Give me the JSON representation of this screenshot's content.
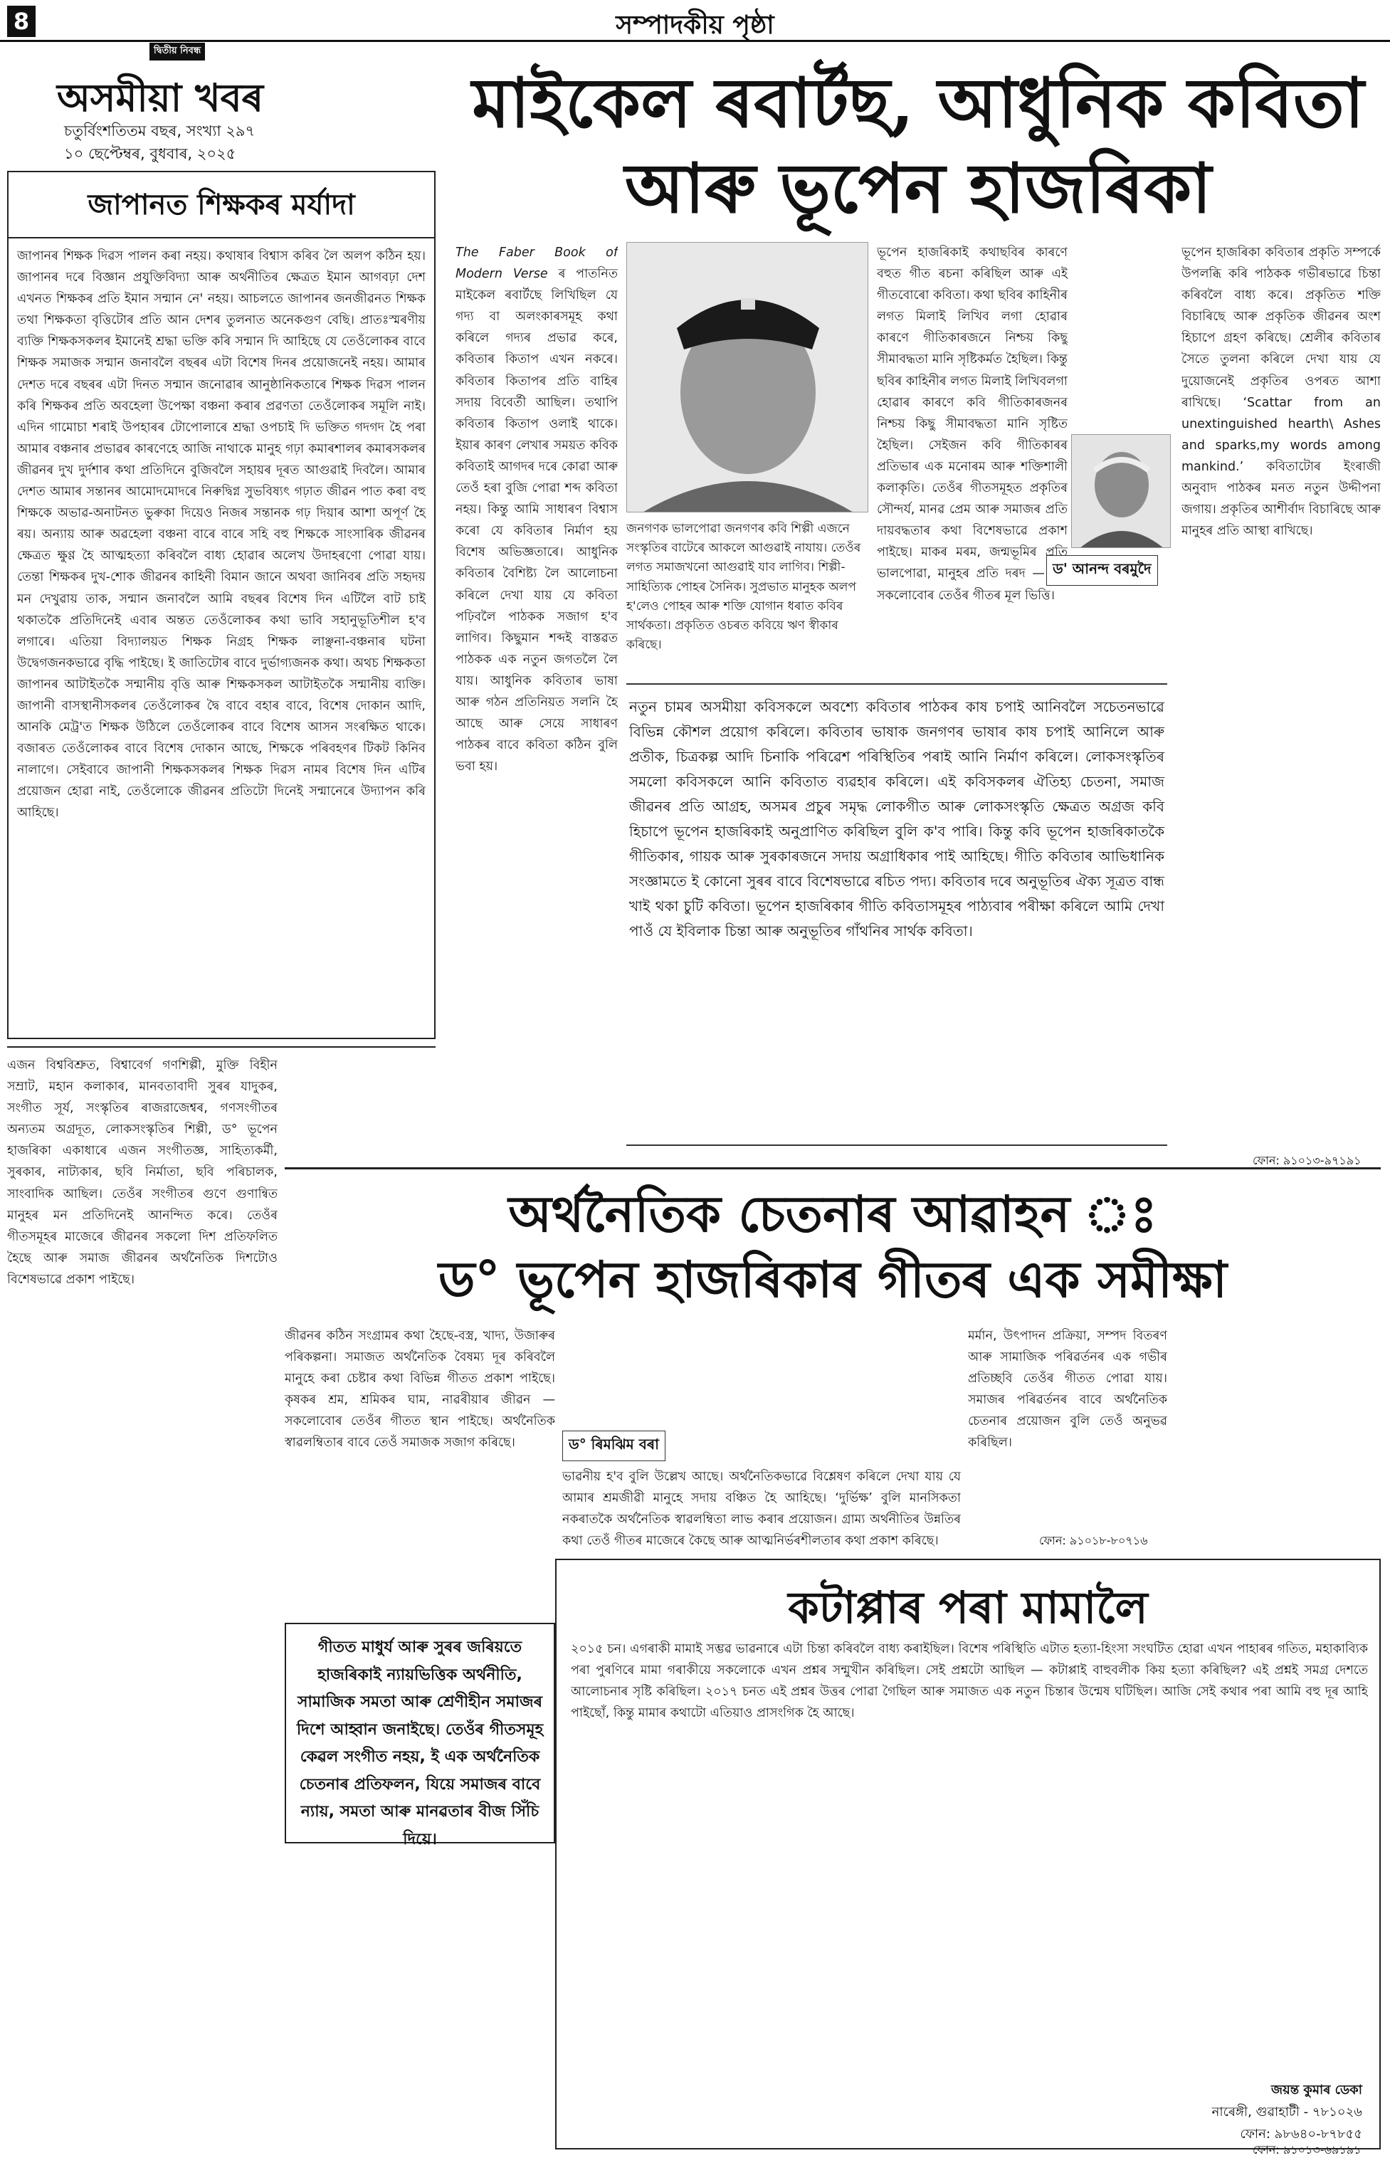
{
  "header": {
    "page_number": "8",
    "section": "সম্পাদকীয় পৃষ্ঠা"
  },
  "masthead": {
    "tag": "দ্বিতীয় নিবন্ধ",
    "name": "অসমীয়া খবৰ",
    "volume": "চতুৰ্বিংশতিতম বছৰ, সংখ্যা ২৯৭",
    "date": "১০ ছেপ্টেম্বৰ, বুধবাৰ, ২০২৫"
  },
  "editorial": {
    "title": "জাপানত শিক্ষকৰ মৰ্যাদা",
    "body": "জাপানৰ শিক্ষক দিৱস পালন কৰা নহয়। কথাষাৰ বিশ্বাস কৰিব লৈ অলপ কঠিন হয়। জাপানৰ দৰে বিজ্ঞান প্ৰযুক্তিবিদ্যা আৰু অৰ্থনীতিৰ ক্ষেত্ৰত ইমান আগবঢ়া দেশ এখনত শিক্ষকৰ প্ৰতি ইমান সন্মান নে' নহয়। আচলতে জাপানৰ জনজীৱনত শিক্ষক তথা শিক্ষকতা বৃত্তিটোৰ প্ৰতি আন দেশৰ তুলনাত অনেকগুণ বেছি। প্ৰাতঃস্মৰণীয় ব্যক্তি শিক্ষকসকলৰ ইমানেই শ্ৰদ্ধা ভক্তি কৰি সন্মান দি আহিছে যে তেওঁলোকৰ বাবে শিক্ষক সমাজক সন্মান জনাবলৈ বছৰৰ এটা বিশেষ দিনৰ প্ৰয়োজনেই নহয়। আমাৰ দেশত দৰে বছৰৰ এটা দিনত সন্মান জনোৱাৰ আনুষ্ঠানিকতাৰে শিক্ষক দিৱস পালন কৰি শিক্ষকৰ প্ৰতি অবহেলা উপেক্ষা বঞ্চনা কৰাৰ প্ৰৱণতা তেওঁলোকৰ সমূলি নাই। এদিন গামোচা শৰাই উপহাৰৰ টোপোলাৰে শ্ৰদ্ধা ওপচাই দি ভক্তিত গদগদ হৈ পৰা আমাৰ বঞ্চনাৰ প্ৰভাৱৰ কাৰণেহে আজি নাথাকে মানুহ গঢ়া কমাৰশালৰ কমাৰসকলৰ জীৱনৰ দুখ দুৰ্দশাৰ কথা প্ৰতিদিনে বুজিবলৈ সহায়ৰ দূৰত আগুৱাই দিবলৈ। আমাৰ দেশত আমাৰ সন্তানৰ আমোদমোদৰে নিৰুদ্বিগ্ন সুভবিষ্যৎ গঢ়াত জীৱন পাত কৰা বহু শিক্ষকে অভাৱ-অনাটনত ভুৰুকা দিয়েও নিজৰ সন্তানক গঢ় দিয়াৰ আশা অপূৰ্ণ হৈ ৰয়। অন্যায় আৰু অৱহেলা বঞ্চনা বাৰে বাৰে সহি বহু শিক্ষকে সাংসাৰিক জীৱনৰ ক্ষেত্ৰত ক্ষুণ্ণ হৈ আত্মহত্যা কৰিবলৈ বাধ্য হোৱাৰ অলেখ উদাহৰণো পোৱা যায়। তেন্তা শিক্ষকৰ দুখ-শোক জীৱনৰ কাহিনী বিমান জানে অথবা জানিবৰ প্ৰতি সহৃদয় মন দেখুৱায় তাক, সন্মান জনাবলৈ আমি বছৰৰ বিশেষ দিন এটিলৈ বাট চাই থকাতকৈ প্ৰতিদিনেই এবাৰ অন্তত তেওঁলোকৰ কথা ভাবি সহানুভূতিশীল হ'ব লগাৰে। এতিয়া বিদ্যালয়ত শিক্ষক নিগ্ৰহ শিক্ষক লাঞ্ছনা-বঞ্চনাৰ ঘটনা উদ্বেগজনকভাৱে বৃদ্ধি পাইছে। ই জাতিটোৰ বাবে দুৰ্ভাগ্যজনক কথা। অথচ শিক্ষকতা জাপানৰ আটাইতকৈ সন্মানীয় বৃত্তি আৰু শিক্ষকসকল আটাইতকৈ সন্মানীয় ব্যক্তি। জাপানী বাসস্থানীসকলৰ তেওঁলোকৰ দ্বৈ বাবে বহাৰ বাবে, বিশেষ দোকান আদি, আনকি মেট্ৰ'ত শিক্ষক উঠিলে তেওঁলোকৰ বাবে বিশেষ আসন সংৰক্ষিত থাকে। বজাৰত তেওঁলোকৰ বাবে বিশেষ দোকান আছে, শিক্ষকে পৰিবহণৰ টিকট কিনিব নালাগে। সেইবাবে জাপানী শিক্ষকসকলৰ শিক্ষক দিৱস নামৰ বিশেষ দিন এটিৰ প্ৰয়োজন হোৱা নাই, তেওঁলোকে জীৱনৰ প্ৰতিটো দিনেই সন্মানেৰে উদ্যাপন কৰি আহিছে।"
  },
  "article1": {
    "headline_line1": "মাইকেল ৰবাৰ্টছ, আধুনিক কবিতা",
    "headline_line2": "আৰু ভূপেন হাজৰিকা",
    "intro_italic": "The Faber Book of Modern Verse",
    "col1": "ৰ পাতনিত মাইকেল ৰবাৰ্টছে লিখিছিল যে গদ্য বা অলংকাৰসমূহ কথা কৰিলে গদ্যৰ প্ৰভাৱ কৰে, কবিতাৰ কিতাপ এখন নকৰে। কবিতাৰ কিতাপৰ প্ৰতি বাহিৰ সদায় বিবেৰ্তী আছিল। তথাপি কবিতাৰ কিতাপ ওলাই থাকে। ইয়াৰ কাৰণ লেখাৰ সময়ত কবিক কবিতাই আগদৰ দৰে কোৱা আৰু তেওঁ হৰা বুজি পোৱা শব্দ কবিতা নহয়। কিন্তু আমি সাধাৰণ বিশ্বাস কৰো যে কবিতাৰ নিৰ্মাণ হয় বিশেষ অভিজ্ঞতাৰে। আধুনিক কবিতাৰ বৈশিষ্ট্য লৈ আলোচনা কৰিলে দেখা যায় যে কবিতা পঢ়িবলৈ পাঠকক সজাগ হ'ব লাগিব। কিছুমান শব্দই বাস্তৱত পাঠকক এক নতুন জগতলৈ লৈ যায়। আধুনিক কবিতাৰ ভাষা আৰু গঠন প্ৰতিনিয়ত সলনি হৈ আছে আৰু সেয়ে সাধাৰণ পাঠকৰ বাবে কবিতা কঠিন বুলি ভবা হয়।",
    "photo_caption": "জনগণক ভালপোৱা জনগণৰ কবি শিল্পী এজনে সংস্কৃতিৰ বাটেৰে আকলে আগুৱাই নাযায়। তেওঁৰ লগত সমাজখনো আগুৱাই যাব লাগিব। শিল্পী-সাহিত্যিক পোহৰ সৈনিক। সুপ্ৰভাত মানুহক অলপ হ'লেও পোহৰ আৰু শক্তি যোগান ধৰাত কবিৰ সাৰ্থকতা। প্ৰকৃতিত ওচৰত কবিয়ে ঋণ স্বীকাৰ কৰিছে।",
    "col2": "ভূপেন হাজৰিকাই কথাছবিৰ কাৰণে বহুত গীত ৰচনা কৰিছিল আৰু এই গীতবোৰো কবিতা। কথা ছবিৰ কাহিনীৰ লগত মিলাই লিখিব লগা হোৱাৰ কাৰণে গীতিকাৰজনে নিশ্চয় কিছু সীমাবদ্ধতা মানি সৃষ্টিকৰ্মত হৈছিল। কিন্তু ছবিৰ কাহিনীৰ লগত মিলাই লিখিবলগা হোৱাৰ কাৰণে কবি গীতিকাৰজনৰ নিশ্চয় কিছু সীমাবদ্ধতা মানি সৃষ্টিত হৈছিল। সেইজন কবি গীতিকাৰৰ প্ৰতিভাৰ এক মনোৰম আৰু শক্তিশালী কলাকৃতি। তেওঁৰ গীতসমূহত প্ৰকৃতিৰ সৌন্দৰ্য, মানৱ প্ৰেম আৰু সমাজৰ প্ৰতি দায়বদ্ধতাৰ কথা বিশেষভাৱে প্ৰকাশ পাইছে। মাকৰ মৰম, জন্মভূমিৰ প্ৰতি ভালপোৱা, মানুহৰ প্ৰতি দৰদ — এই সকলোবোৰ তেওঁৰ গীতৰ মূল ভিত্তি।",
    "author_tag": "ড' আনন্দ বৰমুদৈ",
    "col3": "ভূপেন হাজৰিকা কবিতাৰ প্ৰকৃতি সম্পৰ্কে উপলব্ধি কৰি পাঠকক গভীৰভাৱে চিন্তা কৰিবলৈ বাধ্য কৰে। প্ৰকৃতিত শক্তি বিচাৰিছে আৰু প্ৰকৃতিক জীৱনৰ অংশ হিচাপে গ্ৰহণ কৰিছে। শ্ৰেলীৰ কবিতাৰ সৈতে তুলনা কৰিলে দেখা যায় যে দুয়োজনেই প্ৰকৃতিৰ ওপৰত আশা ৰাখিছে। ‘Scattar from an unextinguished hearth\\ Ashes and sparks,my words among mankind.’ কবিতাটোৰ ইংৰাজী অনুবাদ পাঠকৰ মনত নতুন উদ্দীপনা জগায়। প্ৰকৃতিৰ আশীৰ্বাদ বিচাৰিছে আৰু মানুহৰ প্ৰতি আস্থা ৰাখিছে।",
    "pull_quote": "নতুন চামৰ অসমীয়া কবিসকলে অবশ্যে কবিতাৰ পাঠকৰ কাষ চপাই আনিবলৈ সচেতনভাৱে বিভিন্ন কৌশল প্ৰয়োগ কৰিলে। কবিতাৰ ভাষাক জনগণৰ ভাষাৰ কাষ চপাই আনিলে আৰু প্ৰতীক, চিত্ৰকল্প আদি চিনাকি পৰিৱেশ পৰিস্থিতিৰ পৰাই আনি নিৰ্মাণ কৰিলে। লোকসংস্কৃতিৰ সমলো কবিসকলে আনি কবিতাত ব্যৱহাৰ কৰিলে। এই কবিসকলৰ ঐতিহ্য চেতনা, সমাজ জীৱনৰ প্ৰতি আগ্ৰহ, অসমৰ প্ৰচুৰ সমৃদ্ধ লোকগীত আৰু লোকসংস্কৃতি ক্ষেত্ৰত অগ্ৰজ কবি হিচাপে ভূপেন হাজৰিকাই অনুপ্ৰাণিত কৰিছিল বুলি ক'ব পাৰি। কিন্তু কবি ভূপেন হাজৰিকাতকৈ গীতিকাৰ, গায়ক আৰু সুৰকাৰজনে সদায় অগ্ৰাধিকাৰ পাই আহিছে। গীতি কবিতাৰ আভিধানিক সংজ্ঞামতে ই কোনো সুৰৰ বাবে বিশেষভাৱে ৰচিত পদ্য। কবিতাৰ দৰে অনুভূতিৰ ঐক্য সূত্ৰত বান্ধ খাই থকা চুটি কবিতা। ভূপেন হাজৰিকাৰ গীতি কবিতাসমূহৰ পাঠ্যবাৰ পৰীক্ষা কৰিলে আমি দেখা পাওঁ যে ইবিলাক চিন্তা আৰু অনুভূতিৰ গাঁথনিৰ সাৰ্থক কবিতা।",
    "sign_phone": "ফোন: ৯১০১৩-৯৭১৯১"
  },
  "article2": {
    "headline_line1": "অৰ্থনৈতিক চেতনাৰ আৱাহন ঃ",
    "headline_line2": "ড° ভূপেন হাজৰিকাৰ গীতৰ এক সমীক্ষা",
    "lead_col": "এজন বিশ্ববিশ্ৰুত, বিশ্বাবেৰ্গ গণশিল্পী, মুক্তি বিহীন সম্ৰাট, মহান কলাকাৰ, মানবতাবাদী সুৰৰ যাদুকৰ, সংগীত সূৰ্য, সংস্কৃতিৰ ৰাজরাজেশ্বৰ, গণসংগীতৰ অন্যতম অগ্ৰদূত, লোকসংস্কৃতিৰ শিল্পী, ড° ভূপেন হাজৰিকা একাধাৰে এজন সংগীতজ্ঞ, সাহিত্যকৰ্মী, সুৰকাৰ, নাট্যকাৰ, ছবি নিৰ্মাতা, ছবি পৰিচালক, সাংবাদিক আছিল। তেওঁৰ সংগীতৰ গুণে গুণান্বিত মানুহৰ মন প্ৰতিদিনেই আনন্দিত কৰে। তেওঁৰ গীতসমূহৰ মাজেৰে জীৱনৰ সকলো দিশ প্ৰতিফলিত হৈছে আৰু সমাজ জীৱনৰ অৰ্থনৈতিক দিশটোও বিশেষভাৱে প্ৰকাশ পাইছে।",
    "col_a": "জীৱনৰ কঠিন সংগ্ৰামৰ কথা হৈছে-বস্ত্ৰ, খাদ্য, উজাৰুৰ পৰিকল্পনা। সমাজত অৰ্থনৈতিক বৈষম্য দূৰ কৰিবলৈ মানুহে কৰা চেষ্টাৰ কথা বিভিন্ন গীতত প্ৰকাশ পাইছে। কৃষকৰ শ্ৰম, শ্ৰমিকৰ ঘাম, নাৱৰীয়াৰ জীৱন — সকলোবোৰ তেওঁৰ গীতত স্থান পাইছে। অৰ্থনৈতিক স্বাৱলম্বিতাৰ বাবে তেওঁ সমাজক সজাগ কৰিছে।",
    "author_tag": "ড° ৰিমঝিম বৰা",
    "inset": "গীতত মাধুৰ্য আৰু সুৰৰ জৰিয়তে হাজৰিকাই ন্যায়ভিত্তিক অৰ্থনীতি, সামাজিক সমতা আৰু শ্ৰেণীহীন সমাজৰ দিশে আহ্বান জনাইছে। তেওঁৰ গীতসমূহ কেৱল সংগীত নহয়, ই এক অৰ্থনৈতিক চেতনাৰ প্ৰতিফলন, যিয়ে সমাজৰ বাবে ন্যায়, সমতা আৰু মানৱতাৰ বীজ সিঁচি দিয়ে।",
    "col_b": "ভাৱনীয় হ'ব বুলি উল্লেখ আছে। অৰ্থনৈতিকভাৱে বিশ্লেষণ কৰিলে দেখা যায় যে আমাৰ শ্ৰমজীৱী মানুহে সদায় বঞ্চিত হৈ আহিছে। ‘দুৰ্ভিক্ষ’ বুলি মানসিকতা নকৰাতকৈ অৰ্থনৈতিক স্বাৱলম্বিতা লাভ কৰাৰ প্ৰয়োজন। গ্ৰাম্য অৰ্থনীতিৰ উন্নতিৰ কথা তেওঁ গীতৰ মাজেৰে কৈছে আৰু আত্মনিৰ্ভৰশীলতাৰ কথা প্ৰকাশ কৰিছে।",
    "col_c": "মৰ্মান, উৎপাদন প্ৰক্ৰিয়া, সম্পদ বিতৰণ আৰু সামাজিক পৰিৱৰ্তনৰ এক গভীৰ প্ৰতিচ্ছবি তেওঁৰ গীতত পোৱা যায়। সমাজৰ পৰিৱৰ্তনৰ বাবে অৰ্থনৈতিক চেতনাৰ প্ৰয়োজন বুলি তেওঁ অনুভৱ কৰিছিল।",
    "sign_phone": "ফোন: ৯১০১৮-৮০৭১৬"
  },
  "article3": {
    "headline": "কটাপ্পাৰ পৰা মামালৈ",
    "body": "২০১৫ চন। এগৰাকী মামাই সম্ভৱ ভাৱনাৰে এটা চিন্তা কৰিবলৈ বাধ্য কৰাইছিল। বিশেষ পৰিস্থিতি এটাত হত্যা-হিংসা সংঘটিত হোৱা এখন পাহাৰৰ গতিত, মহাকাব্যিক পৰা পুৰণিৰে মামা গৰাকীয়ে সকলোকে এখন প্ৰশ্নৰ সন্মুখীন কৰিছিল। সেই প্ৰশ্নটো আছিল — কটাপ্পাই বাহুবলীক কিয় হত্যা কৰিছিল? এই প্ৰশ্নই সমগ্ৰ দেশতে আলোচনাৰ সৃষ্টি কৰিছিল। ২০১৭ চনত এই প্ৰশ্নৰ উত্তৰ পোৱা গৈছিল আৰু সমাজত এক নতুন চিন্তাৰ উন্মেষ ঘটিছিল। আজি সেই কথাৰ পৰা আমি বহু দূৰ আহি পাইছোঁ, কিন্তু মামাৰ কথাটো এতিয়াও প্ৰাসংগিক হৈ আছে।",
    "author": "জয়ন্ত কুমাৰ ডেকা",
    "place": "নাৰেঙ্গী, গুৱাহাটী - ৭৮১০২৬",
    "phone": "ফোন: ৯৮৬৪০-৮৭৮৫৫"
  },
  "bottom_right_phone": "ফোন: ৯১০১৩-৬৯১৯১"
}
